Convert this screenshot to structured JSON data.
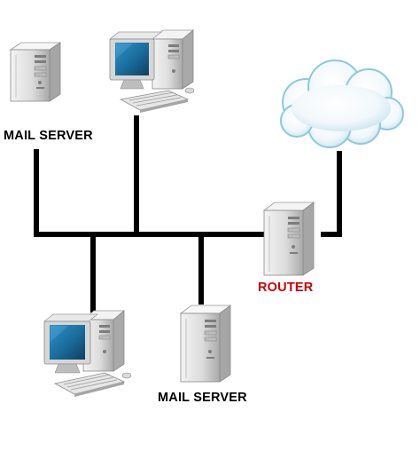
{
  "labels": {
    "mail_server_top": "MAIL SERVER",
    "router": "ROUTER",
    "mail_server_bottom": "MAIL SERVER"
  },
  "colors": {
    "line": "#000000",
    "router_label": "#cc0000",
    "text": "#000000",
    "cloud_fill": "#e8f4f8",
    "cloud_edge": "#8ec9dc",
    "monitor_screen": "#1b6fa0",
    "casing": "#d9d9d9"
  },
  "icons": [
    "server-icon",
    "desktop-computer-icon",
    "cloud-icon",
    "router-icon",
    "desktop-computer-icon",
    "server-icon"
  ]
}
